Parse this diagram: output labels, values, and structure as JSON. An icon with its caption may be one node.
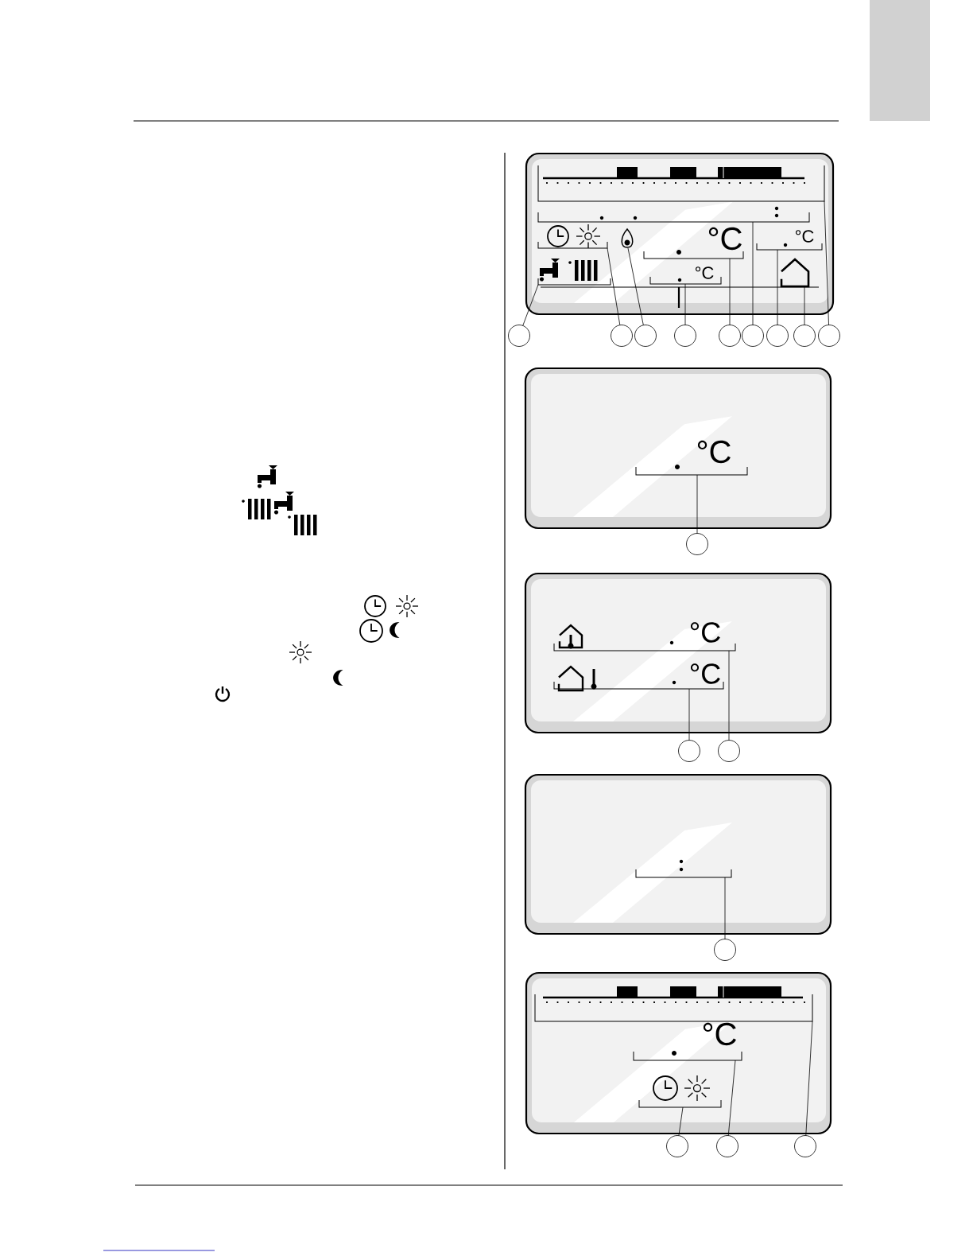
{
  "diagram": {
    "nodes": [
      {
        "text": [],
        "shape": "circle"
      },
      {
        "text": [],
        "shape": "circle"
      },
      {
        "text": [],
        "shape": "circle"
      },
      {
        "text": [],
        "shape": "circle"
      },
      {
        "text": [],
        "shape": "circle"
      },
      {
        "text": [],
        "shape": "circle"
      },
      {
        "text": [],
        "shape": "circle"
      },
      {
        "text": [],
        "shape": "circle"
      },
      {
        "text": [],
        "shape": "circle"
      },
      {
        "text": [],
        "shape": "circle"
      },
      {
        "text": [],
        "shape": "circle"
      },
      {
        "text": [],
        "shape": "circle"
      },
      {
        "text": [],
        "shape": "circle"
      },
      {
        "text": [],
        "shape": "circle"
      },
      {
        "text": [],
        "shape": "circle"
      },
      {
        "text": [],
        "shape": "circle"
      },
      {
        "text": [],
        "shape": "bracket"
      },
      {
        "text": [],
        "shape": "bracket"
      },
      {
        "text": [],
        "shape": "flame"
      },
      {
        "text": [],
        "shape": "bracket"
      },
      {
        "text": [],
        "shape": "bracket"
      },
      {
        "text": [],
        "shape": "bracket"
      },
      {
        "text": [],
        "shape": "bracket"
      },
      {
        "text": [],
        "shape": "house"
      },
      {
        "text": [],
        "shape": "bracket"
      },
      {
        "text": [],
        "shape": "bracket"
      },
      {
        "text": [],
        "shape": "bracket"
      },
      {
        "text": [],
        "shape": "bracket"
      },
      {
        "text": [],
        "shape": "bracket"
      },
      {
        "text": [],
        "shape": "bracket"
      },
      {
        "text": [],
        "shape": "bracket"
      },
      {
        "text": [],
        "shape": "bracket"
      }
    ],
    "edges": [
      {
        "from": 0,
        "to": 16,
        "arrow": "none"
      },
      {
        "from": 1,
        "to": 17,
        "arrow": "none"
      },
      {
        "from": 2,
        "to": 18,
        "arrow": "none"
      },
      {
        "from": 3,
        "to": 19,
        "arrow": "none"
      },
      {
        "from": 4,
        "to": 20,
        "arrow": "none"
      },
      {
        "from": 5,
        "to": 21,
        "arrow": "none"
      },
      {
        "from": 6,
        "to": 22,
        "arrow": "none"
      },
      {
        "from": 7,
        "to": 23,
        "arrow": "none"
      },
      {
        "from": 8,
        "to": 24,
        "arrow": "none"
      },
      {
        "from": 9,
        "to": 25,
        "arrow": "none"
      },
      {
        "from": 10,
        "to": 26,
        "arrow": "none"
      },
      {
        "from": 11,
        "to": 27,
        "arrow": "none"
      },
      {
        "from": 12,
        "to": 28,
        "arrow": "none"
      },
      {
        "from": 13,
        "to": 29,
        "arrow": "none"
      },
      {
        "from": 14,
        "to": 30,
        "arrow": "none"
      },
      {
        "from": 15,
        "to": 31,
        "arrow": "none"
      }
    ],
    "labels": [
      "°C",
      "°C",
      "°C",
      "°C",
      "°C",
      "°C",
      "°C"
    ]
  }
}
